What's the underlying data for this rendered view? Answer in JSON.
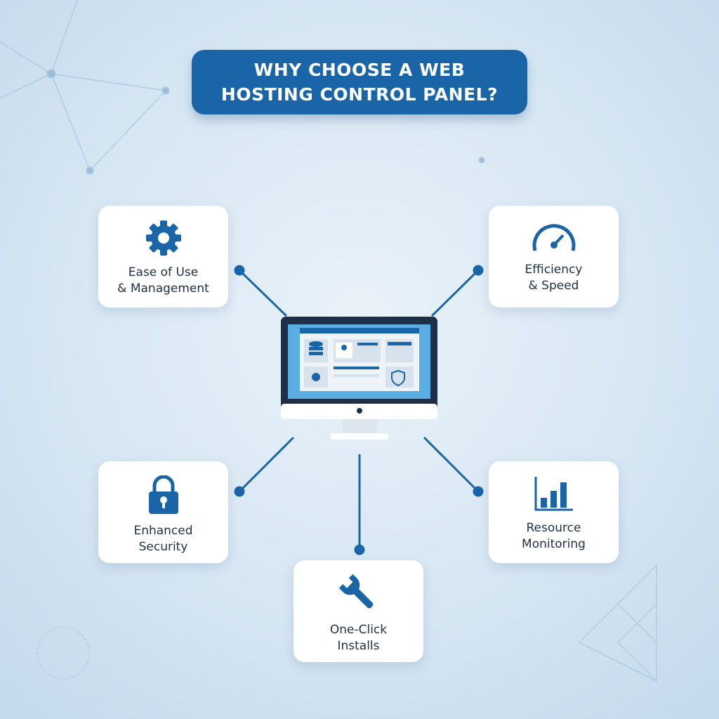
{
  "title": {
    "line1": "WHY CHOOSE A WEB",
    "line2": "HOSTING CONTROL PANEL?"
  },
  "accent": "#1a65a8",
  "features": [
    {
      "icon": "gear-icon",
      "line1": "Ease of Use",
      "line2": "& Management"
    },
    {
      "icon": "speedometer-icon",
      "line1": "Efficiency",
      "line2": "& Speed"
    },
    {
      "icon": "padlock-icon",
      "line1": "Enhanced",
      "line2": "Security"
    },
    {
      "icon": "bar-chart-icon",
      "line1": "Resource",
      "line2": "Monitoring"
    },
    {
      "icon": "wrench-icon",
      "line1": "One-Click",
      "line2": "Installs"
    }
  ]
}
